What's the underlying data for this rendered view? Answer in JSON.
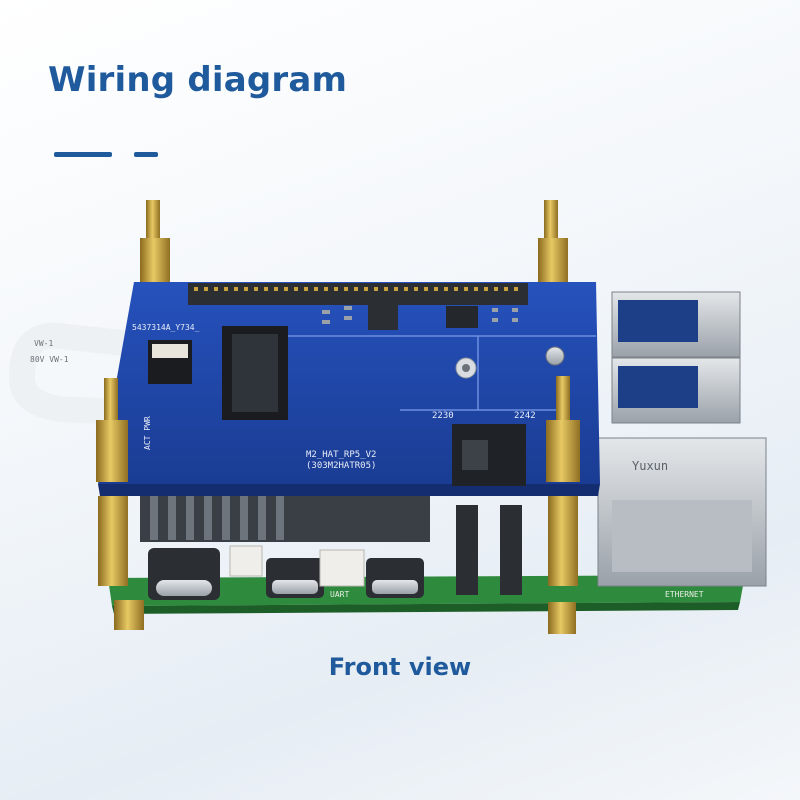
{
  "header": {
    "title": "Wiring diagram"
  },
  "caption": "Front view",
  "colors": {
    "brand": "#1f5a9c",
    "hat_board": "#1e46a8",
    "pi_board": "#2e8a3c",
    "brass": "#c9a23e",
    "metal": "#c9ced3"
  },
  "board_labels": {
    "hat_name": "M2_HAT_RP5_V2",
    "hat_code": "(303M2HATR05)",
    "ffc_code": "5437314A_Y734_",
    "pos_2230": "2230",
    "pos_2242": "2242",
    "led_label": "ACT PWR",
    "cable_mark1": "VW-1",
    "cable_mark2": "80V VW-1",
    "uart": "UART",
    "ethernet": "ETHERNET",
    "rj45_brand": "Yuxun"
  }
}
